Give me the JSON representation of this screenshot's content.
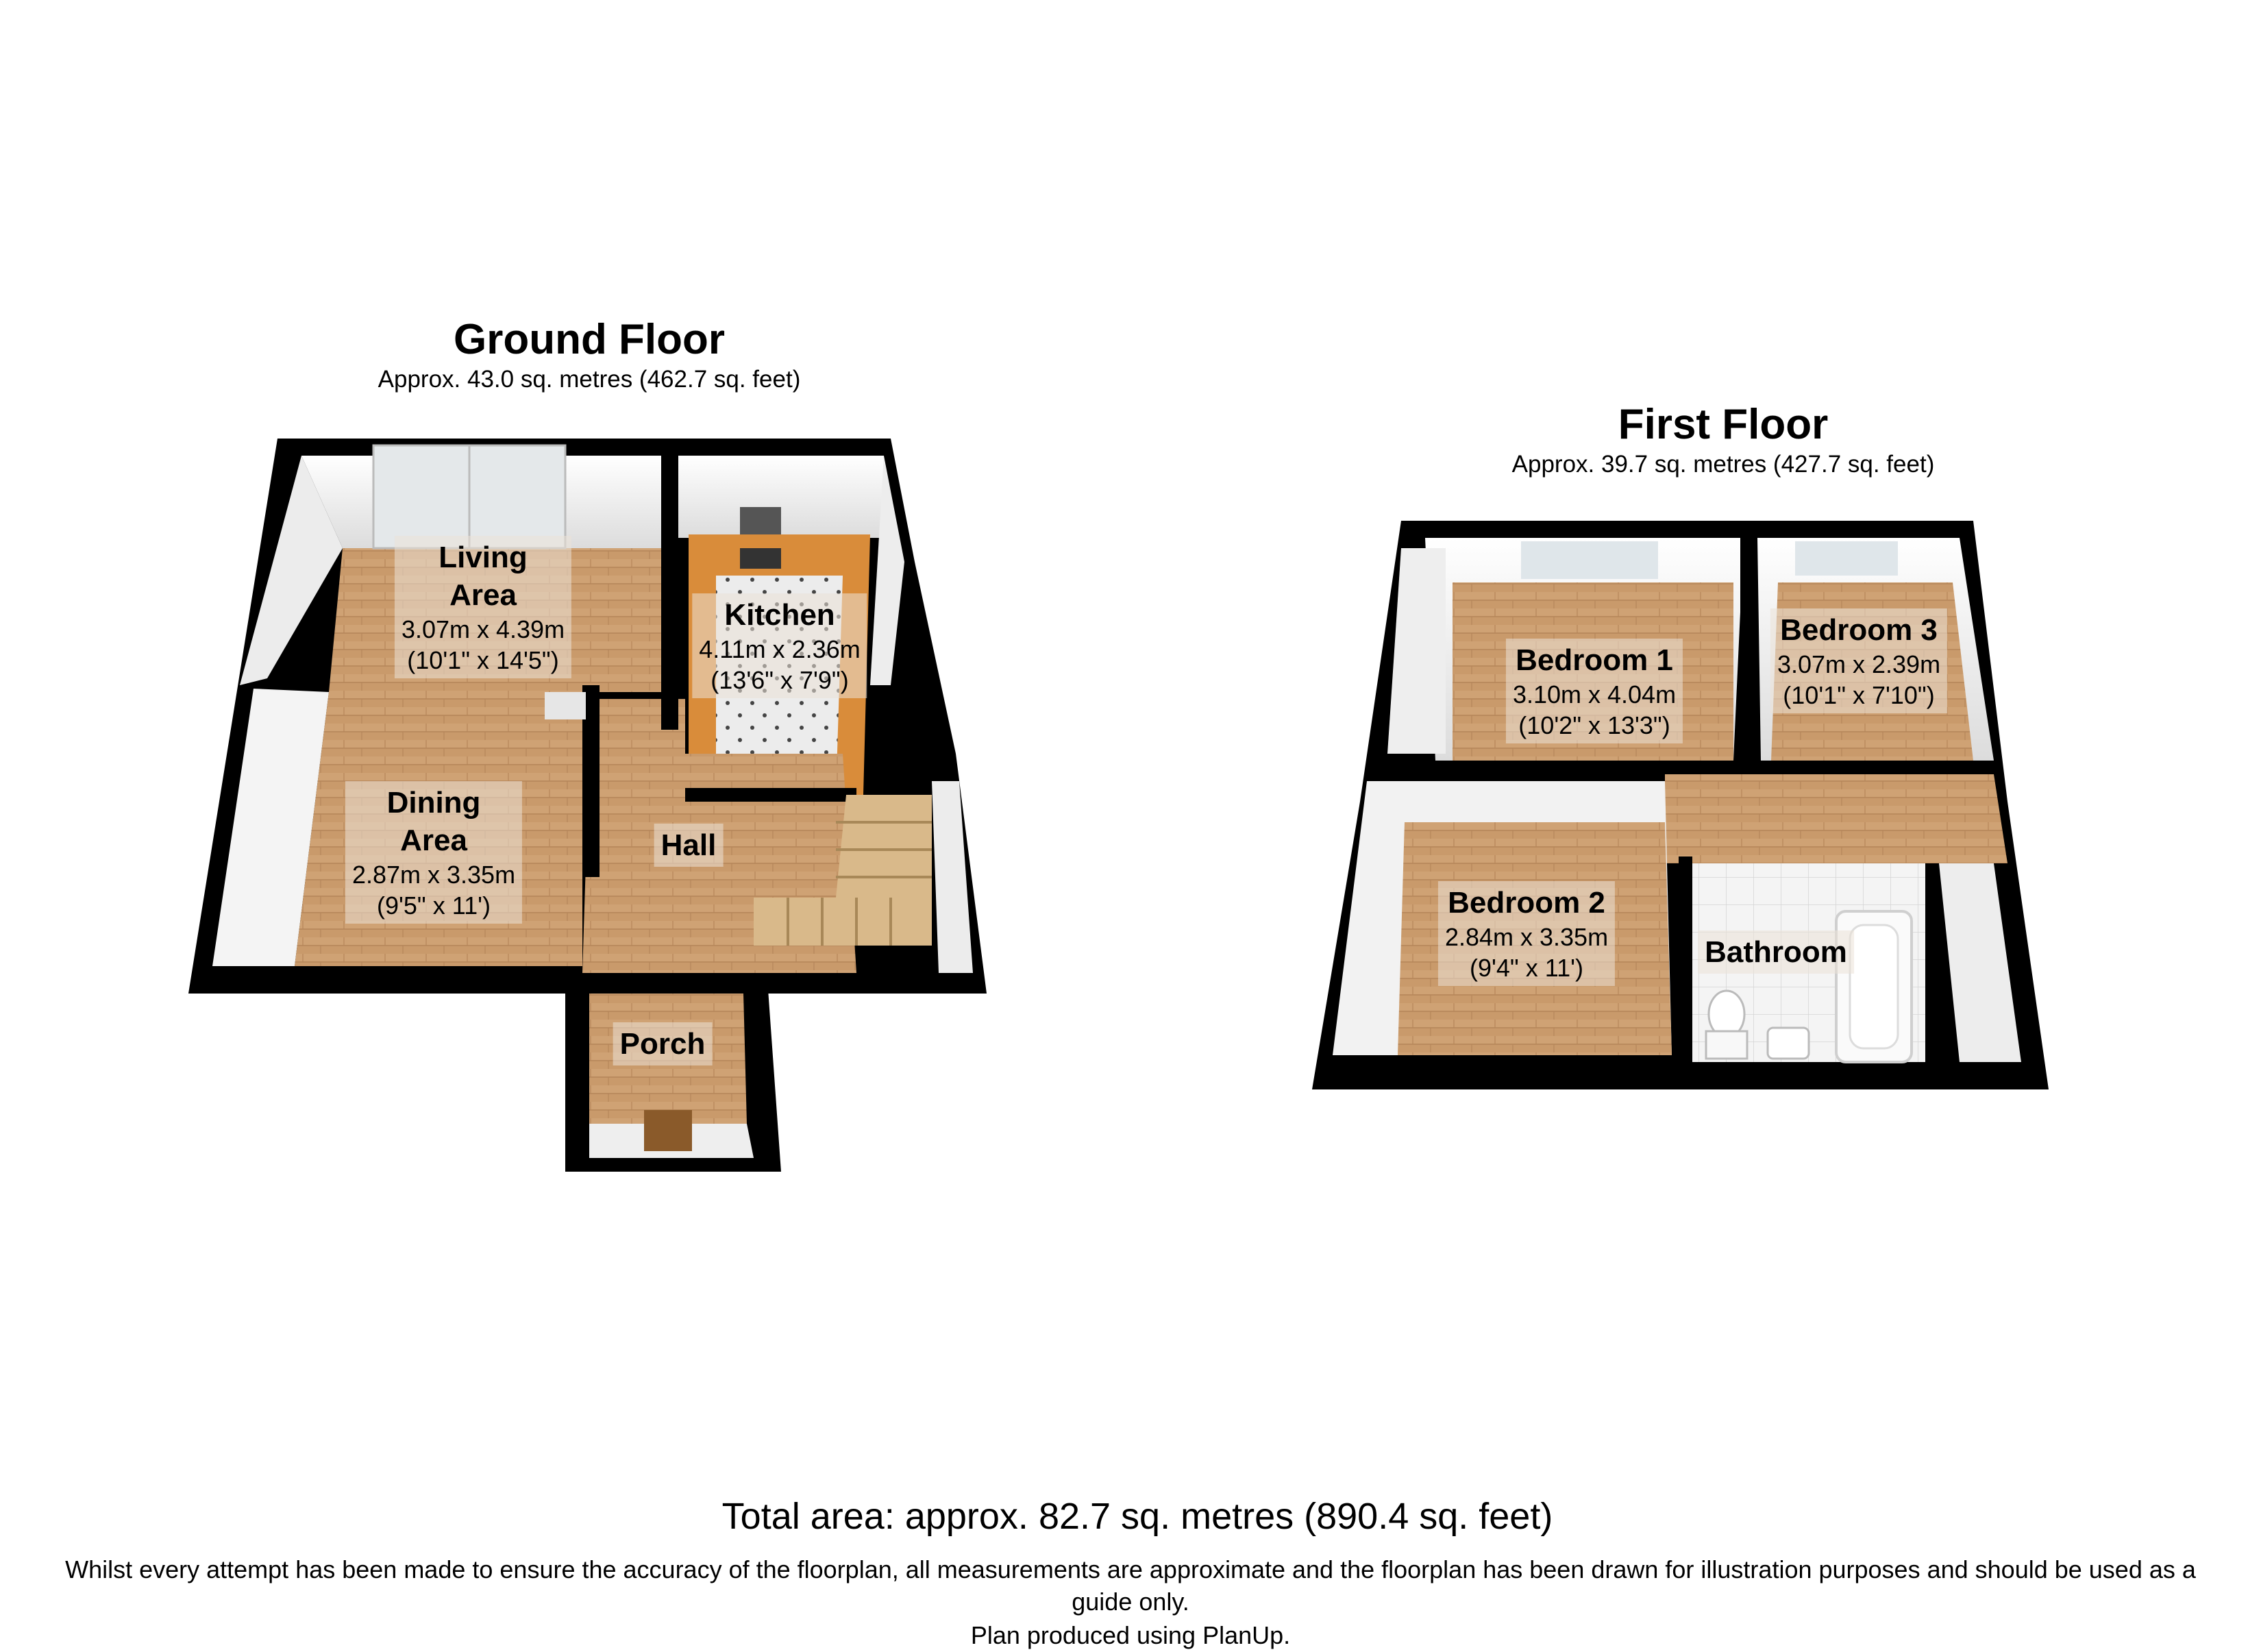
{
  "ground_floor": {
    "title": "Ground Floor",
    "area": "Approx.  43.0 sq. metres (462.7 sq. feet)",
    "rooms": {
      "living": {
        "name": "Living\nArea",
        "dim_m": "3.07m x 4.39m",
        "dim_ft": "(10'1\" x 14'5\")"
      },
      "kitchen": {
        "name": "Kitchen",
        "dim_m": "4.11m x 2.36m",
        "dim_ft": "(13'6\" x 7'9\")"
      },
      "dining": {
        "name": "Dining\nArea",
        "dim_m": "2.87m x 3.35m",
        "dim_ft": "(9'5\" x 11')"
      },
      "hall": {
        "name": "Hall"
      },
      "porch": {
        "name": "Porch"
      }
    }
  },
  "first_floor": {
    "title": "First Floor",
    "area": "Approx.  39.7 sq. metres (427.7 sq. feet)",
    "rooms": {
      "bedroom1": {
        "name": "Bedroom 1",
        "dim_m": "3.10m x 4.04m",
        "dim_ft": "(10'2\" x 13'3\")"
      },
      "bedroom3": {
        "name": "Bedroom 3",
        "dim_m": "3.07m x 2.39m",
        "dim_ft": "(10'1\" x 7'10\")"
      },
      "bedroom2": {
        "name": "Bedroom 2",
        "dim_m": "2.84m x 3.35m",
        "dim_ft": "(9'4\" x 11')"
      },
      "bathroom": {
        "name": "Bathroom"
      }
    }
  },
  "footer": {
    "total": "Total area: approx.  82.7 sq. metres (890.4 sq. feet)",
    "disclaimer": "Whilst every attempt has been made to ensure the accuracy of the floorplan, all measurements are approximate and the floorplan has been drawn for illustration purposes and should be used as a guide only.",
    "credit": "Plan produced using PlanUp."
  },
  "colors": {
    "wall": "#000000",
    "wood_floor": "#c99a6b",
    "kitchen_tile": "#e9e9e9",
    "wall_face": "#f2f2f2",
    "stairs": "#d9b98a",
    "worktop": "#d98c3a"
  }
}
